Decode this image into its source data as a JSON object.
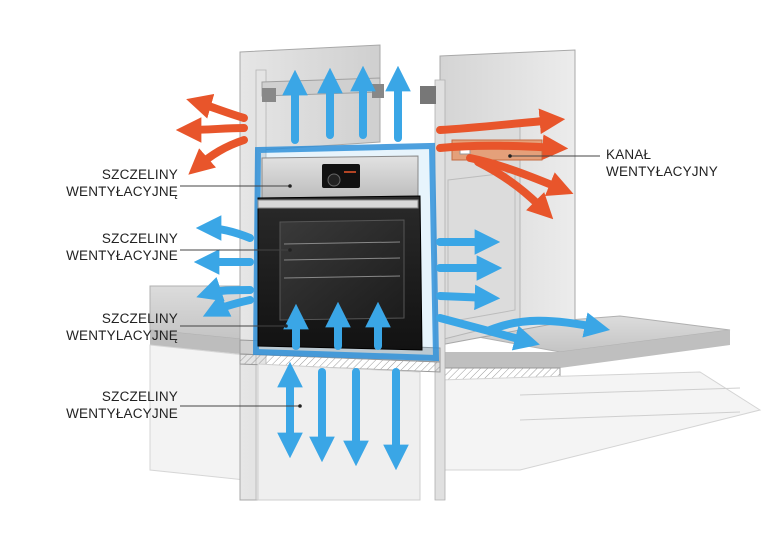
{
  "labels": {
    "l1": {
      "line1": "SZCZELINY",
      "line2": "WENTYŁACYJNĘ"
    },
    "l2": {
      "line1": "SZCZELINY",
      "line2": "WENTYŁACYJNE"
    },
    "l3": {
      "line1": "SZCZELINY",
      "line2": "WENTYLACYJNĘ"
    },
    "l4": {
      "line1": "SZCZELINY",
      "line2": "WENTYŁACYJNE"
    },
    "r1": {
      "line1": "KANAŁ",
      "line2": "WENTYŁACYJNY"
    }
  },
  "colors": {
    "cool_air": "#3aa6e6",
    "hot_air": "#e8552b",
    "oven_frame": "#2f8fd8",
    "cabinet": "#d9d9d9",
    "cabinet_dark": "#b8b8b8",
    "counter": "#c9c9c9"
  },
  "icons": {
    "arrow_cool": "arrow-cool-air-icon",
    "arrow_hot": "arrow-hot-air-icon"
  }
}
